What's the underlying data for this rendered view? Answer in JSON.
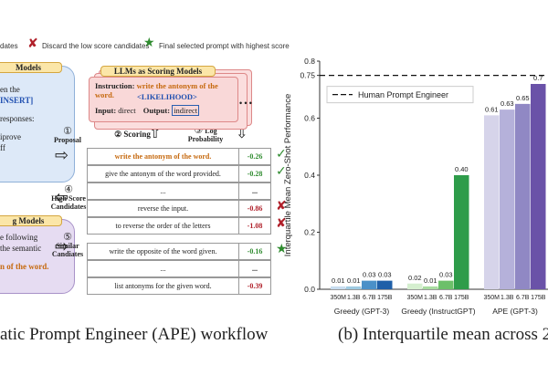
{
  "legend": {
    "left_text": "dates",
    "discard_text": "Discard the low score candidates",
    "final_text": "Final selected prompt with highest score",
    "discard_color": "#b0202a",
    "final_color": "#2e8b2e"
  },
  "left_box_top": {
    "title": "Models",
    "line1": "en the",
    "line2": "INSERT]",
    "line3": "responses:",
    "line4": "iprove",
    "line5": "ff"
  },
  "left_box_bottom": {
    "title": "g Models",
    "line1": "e following",
    "line2": "the semantic",
    "line3": "n of the word."
  },
  "scoring_box": {
    "title": "LLMs as Scoring Models",
    "instruction_label": "Instruction:",
    "instruction_value": "write the antonym of the word.",
    "likelihood": "<LIKELIHOOD>",
    "input_label": "Input:",
    "input_value": "direct",
    "output_label": "Output:",
    "output_value": "indirect",
    "dots": "• • •"
  },
  "steps": {
    "s1_num": "①",
    "s1_label": "Proposal",
    "s2": "② Scoring",
    "s3_num": "③",
    "s3_label": "Log Probability",
    "s4_num": "④",
    "s4_label": "High Score Candidates",
    "s5_num": "⑤",
    "s5_label": "Similar Candiates"
  },
  "candidates_group1": [
    {
      "text": "write the antonym of the word.",
      "score": "-0.26",
      "mark": "check"
    },
    {
      "text": "give the antonym of the word provided.",
      "score": "-0.28",
      "mark": "check"
    },
    {
      "text": "...",
      "score": "..."
    },
    {
      "text": "reverse the input.",
      "score": "-0.86",
      "mark": "x"
    },
    {
      "text": "to reverse the order of the letters",
      "score": "-1.08",
      "mark": "x"
    }
  ],
  "candidates_group2": [
    {
      "text": "write the opposite of the word given.",
      "score": "-0.16",
      "mark": "star"
    },
    {
      "text": "...",
      "score": "..."
    },
    {
      "text": "list antonyms for the given word.",
      "score": "-0.39"
    }
  ],
  "captions": {
    "left": "atic Prompt Engineer (APE) workflow",
    "right": "(b) Interquartile mean across 2"
  },
  "chart_data": {
    "type": "bar",
    "title": "",
    "ylabel": "Interquartile Mean Zero-Shot Performance",
    "xlabel": "",
    "ylim": [
      0,
      0.8
    ],
    "yticks": [
      "0.0",
      "0.2",
      "0.4",
      "0.6",
      "0.75",
      "0.8"
    ],
    "reference_line": {
      "label": "Human Prompt Engineer",
      "value": 0.75
    },
    "legend_position": "top-left",
    "groups": [
      {
        "name": "Greedy (GPT-3)",
        "categories": [
          "350M",
          "1.3B",
          "6.7B",
          "175B"
        ],
        "values": [
          0.01,
          0.01,
          0.03,
          0.03
        ],
        "value_labels": [
          "0.01",
          "0.01",
          "0.03",
          "0.03"
        ],
        "colors": [
          "#c7dcef",
          "#9ecae1",
          "#4a90c8",
          "#1f5fa8"
        ]
      },
      {
        "name": "Greedy (InstructGPT)",
        "categories": [
          "350M",
          "1.3B",
          "6.7B",
          "175B"
        ],
        "values": [
          0.02,
          0.01,
          0.03,
          0.4
        ],
        "value_labels": [
          "0.02",
          "0.01",
          "0.03",
          "0.40"
        ],
        "colors": [
          "#d5efcf",
          "#a8dca0",
          "#6cc06a",
          "#2e9c4a"
        ]
      },
      {
        "name": "APE (GPT-3)",
        "categories": [
          "350M",
          "1.3B",
          "6.7B",
          "175B"
        ],
        "values": [
          0.61,
          0.63,
          0.65,
          0.72
        ],
        "value_labels": [
          "0.61",
          "0.63",
          "0.65",
          "0.7"
        ],
        "colors": [
          "#d6d4ea",
          "#b5b1da",
          "#9088c4",
          "#6a52a8"
        ]
      }
    ]
  }
}
